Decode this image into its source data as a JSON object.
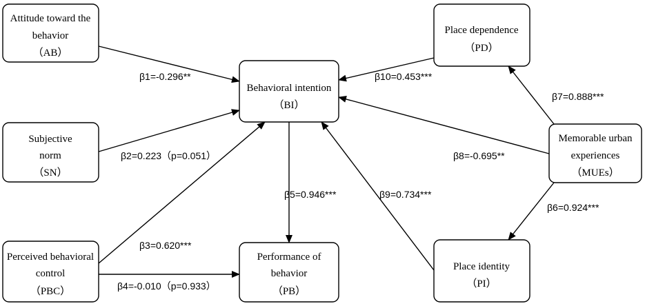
{
  "nodes": {
    "ab": {
      "lines": [
        "Attitude toward the",
        "behavior",
        "（AB）"
      ]
    },
    "sn": {
      "lines": [
        "Subjective",
        "norm",
        "（SN）"
      ]
    },
    "pbc": {
      "lines": [
        "Perceived behavioral",
        "control",
        "（PBC）"
      ]
    },
    "bi": {
      "lines": [
        "Behavioral intention",
        "（BI）"
      ]
    },
    "pb": {
      "lines": [
        "Performance of",
        "behavior",
        "（PB）"
      ]
    },
    "pd": {
      "lines": [
        "Place dependence",
        "（PD）"
      ]
    },
    "mues": {
      "lines": [
        "Memorable urban",
        "experiences",
        "（MUEs）"
      ]
    },
    "pi": {
      "lines": [
        "Place identity",
        "（PI）"
      ]
    }
  },
  "paths": {
    "b1": "β1=-0.296**",
    "b2": "β2=0.223（p=0.051）",
    "b3": "β3=0.620***",
    "b4": "β4=-0.010（p=0.933）",
    "b5": "β5=0.946***",
    "b6": "β6=0.924***",
    "b7": "β7=0.888***",
    "b8": "β8=-0.695**",
    "b9": "β9=0.734***",
    "b10": "β10=0.453***"
  }
}
